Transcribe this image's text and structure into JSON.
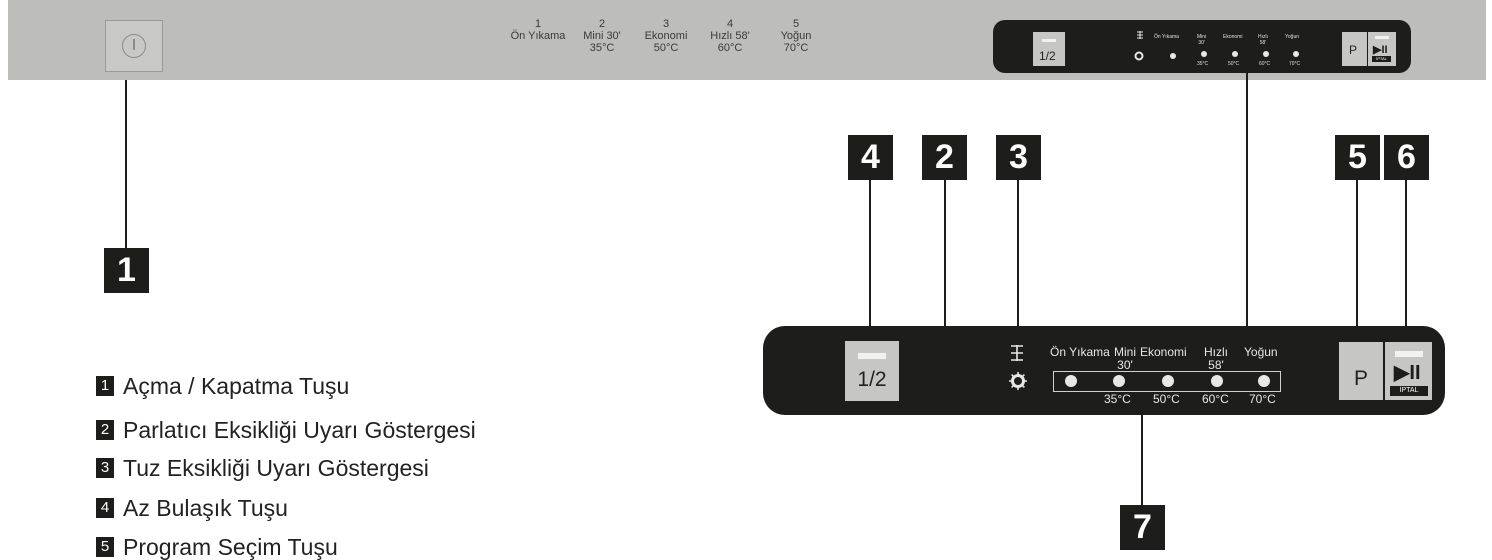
{
  "top_strip": {
    "programs": [
      {
        "num": "1",
        "name": "Ön Yıkama",
        "temp": ""
      },
      {
        "num": "2",
        "name": "Mini 30'",
        "temp": "35°C"
      },
      {
        "num": "3",
        "name": "Ekonomi",
        "temp": "50°C"
      },
      {
        "num": "4",
        "name": "Hızlı 58'",
        "temp": "60°C"
      },
      {
        "num": "5",
        "name": "Yoğun",
        "temp": "70°C"
      }
    ]
  },
  "panel": {
    "half_load_label": "1/2",
    "program_button_label": "P",
    "start_pause_symbol": "▶II",
    "cancel_label": "İPTAL",
    "salt_icon": "salt-icon",
    "rinse_aid_icon": "rinse-aid-icon",
    "program_labels": [
      {
        "line1": "Ön Yıkama",
        "line2": ""
      },
      {
        "line1": "Mini",
        "line2": "30'"
      },
      {
        "line1": "Ekonomi",
        "line2": ""
      },
      {
        "line1": "Hızlı",
        "line2": "58'"
      },
      {
        "line1": "Yoğun",
        "line2": ""
      }
    ],
    "temps": [
      "35°C",
      "50°C",
      "60°C",
      "70°C"
    ]
  },
  "callouts": [
    "1",
    "2",
    "3",
    "4",
    "5",
    "6",
    "7"
  ],
  "legend": [
    {
      "num": "1",
      "text": "Açma / Kapatma Tuşu"
    },
    {
      "num": "2",
      "text": "Parlatıcı Eksikliği Uyarı Göstergesi"
    },
    {
      "num": "3",
      "text": "Tuz Eksikliği Uyarı Göstergesi"
    },
    {
      "num": "4",
      "text": "Az Bulaşık Tuşu"
    },
    {
      "num": "5",
      "text": "Program Seçim Tuşu"
    }
  ],
  "colors": {
    "panel": "#1d1d1b",
    "strip": "#bdbdbc",
    "button": "#c6c6c5"
  }
}
